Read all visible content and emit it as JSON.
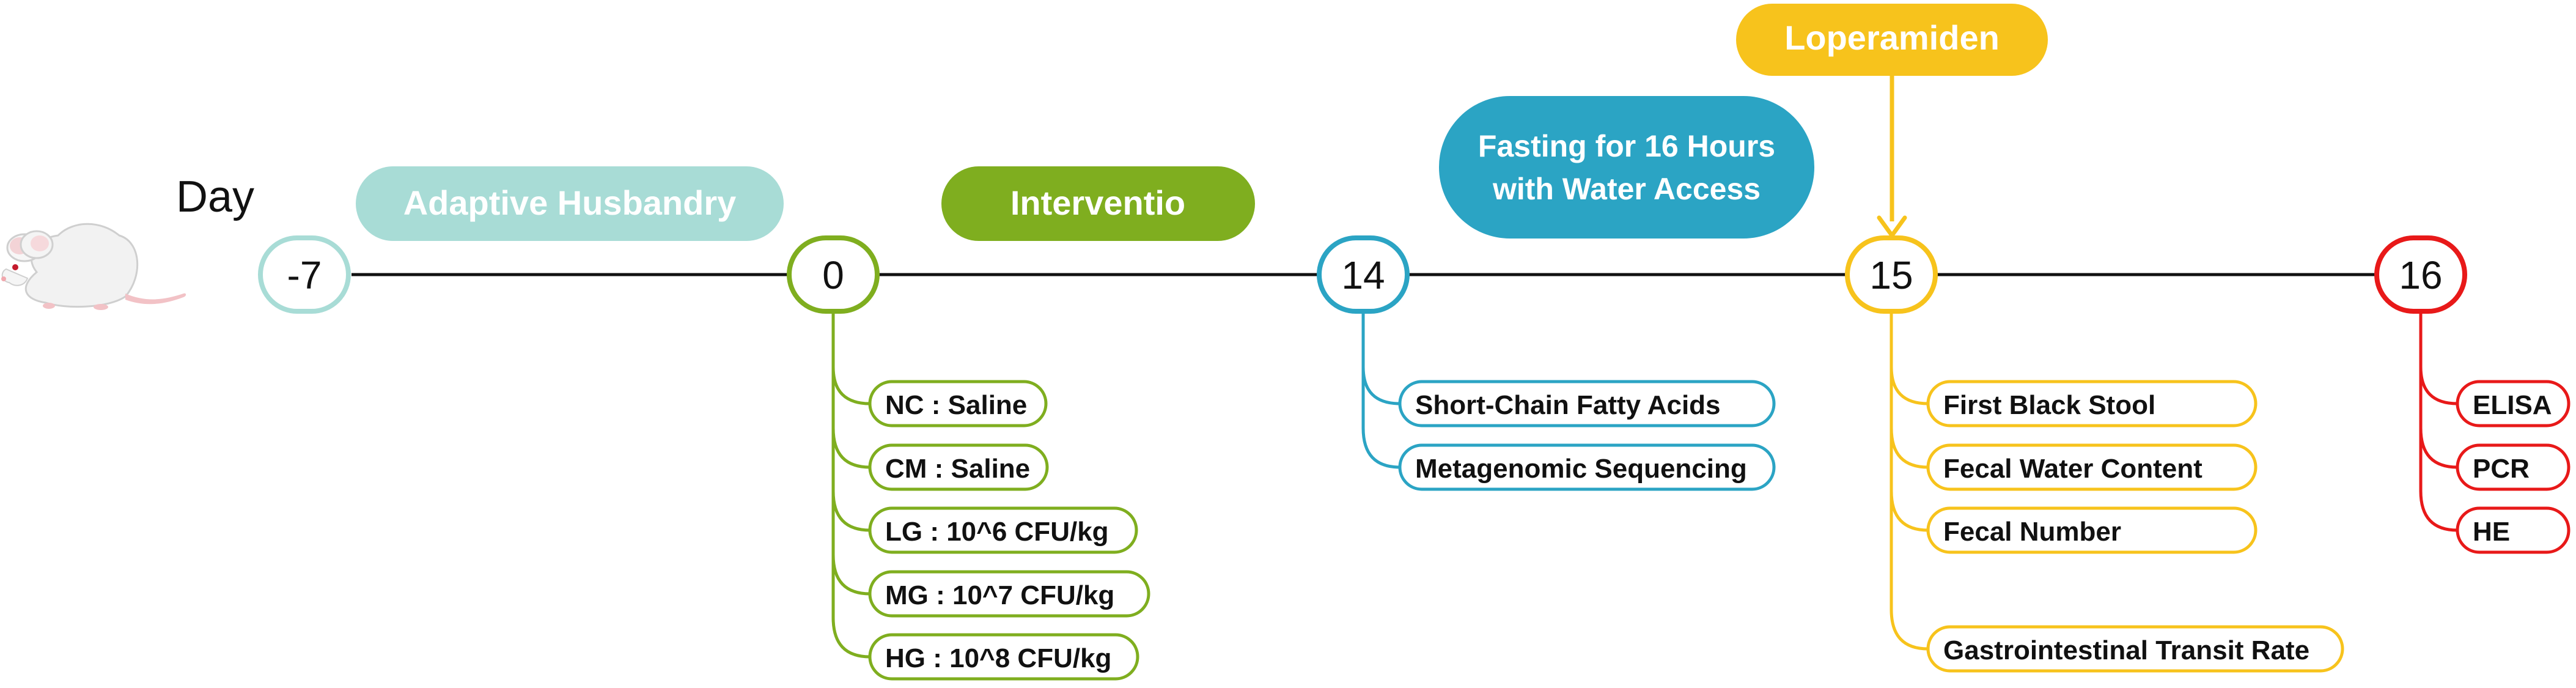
{
  "day_label": "Day",
  "phases": {
    "adaptive": "Adaptive Husbandry",
    "intervention": "Interventio",
    "fasting_line1": "Fasting for 16 Hours",
    "fasting_line2": "with Water Access",
    "loperamide": "Loperamiden"
  },
  "timeline": [
    {
      "day": "-7",
      "color": "#a8dcd6"
    },
    {
      "day": "0",
      "color": "#7fae1f"
    },
    {
      "day": "14",
      "color": "#2ba4c4"
    },
    {
      "day": "15",
      "color": "#f7c31c"
    },
    {
      "day": "16",
      "color": "#e81919"
    }
  ],
  "groups_day0": [
    "NC : Saline",
    "CM : Saline",
    "LG : 10^6 CFU/kg",
    "MG : 10^7 CFU/kg",
    "HG : 10^8 CFU/kg"
  ],
  "assays_day14": [
    "Short-Chain Fatty Acids",
    "Metagenomic Sequencing"
  ],
  "assays_day15": [
    "First Black Stool",
    "Fecal Water Content",
    "Fecal Number",
    "Gastrointestinal Transit Rate"
  ],
  "assays_day16": [
    "ELISA",
    "PCR",
    "HE"
  ],
  "colors": {
    "adaptive": "#a8dcd6",
    "intervention": "#7fae1f",
    "fasting": "#2ba4c4",
    "loperamide": "#f7c31c",
    "terminal": "#e81919"
  }
}
